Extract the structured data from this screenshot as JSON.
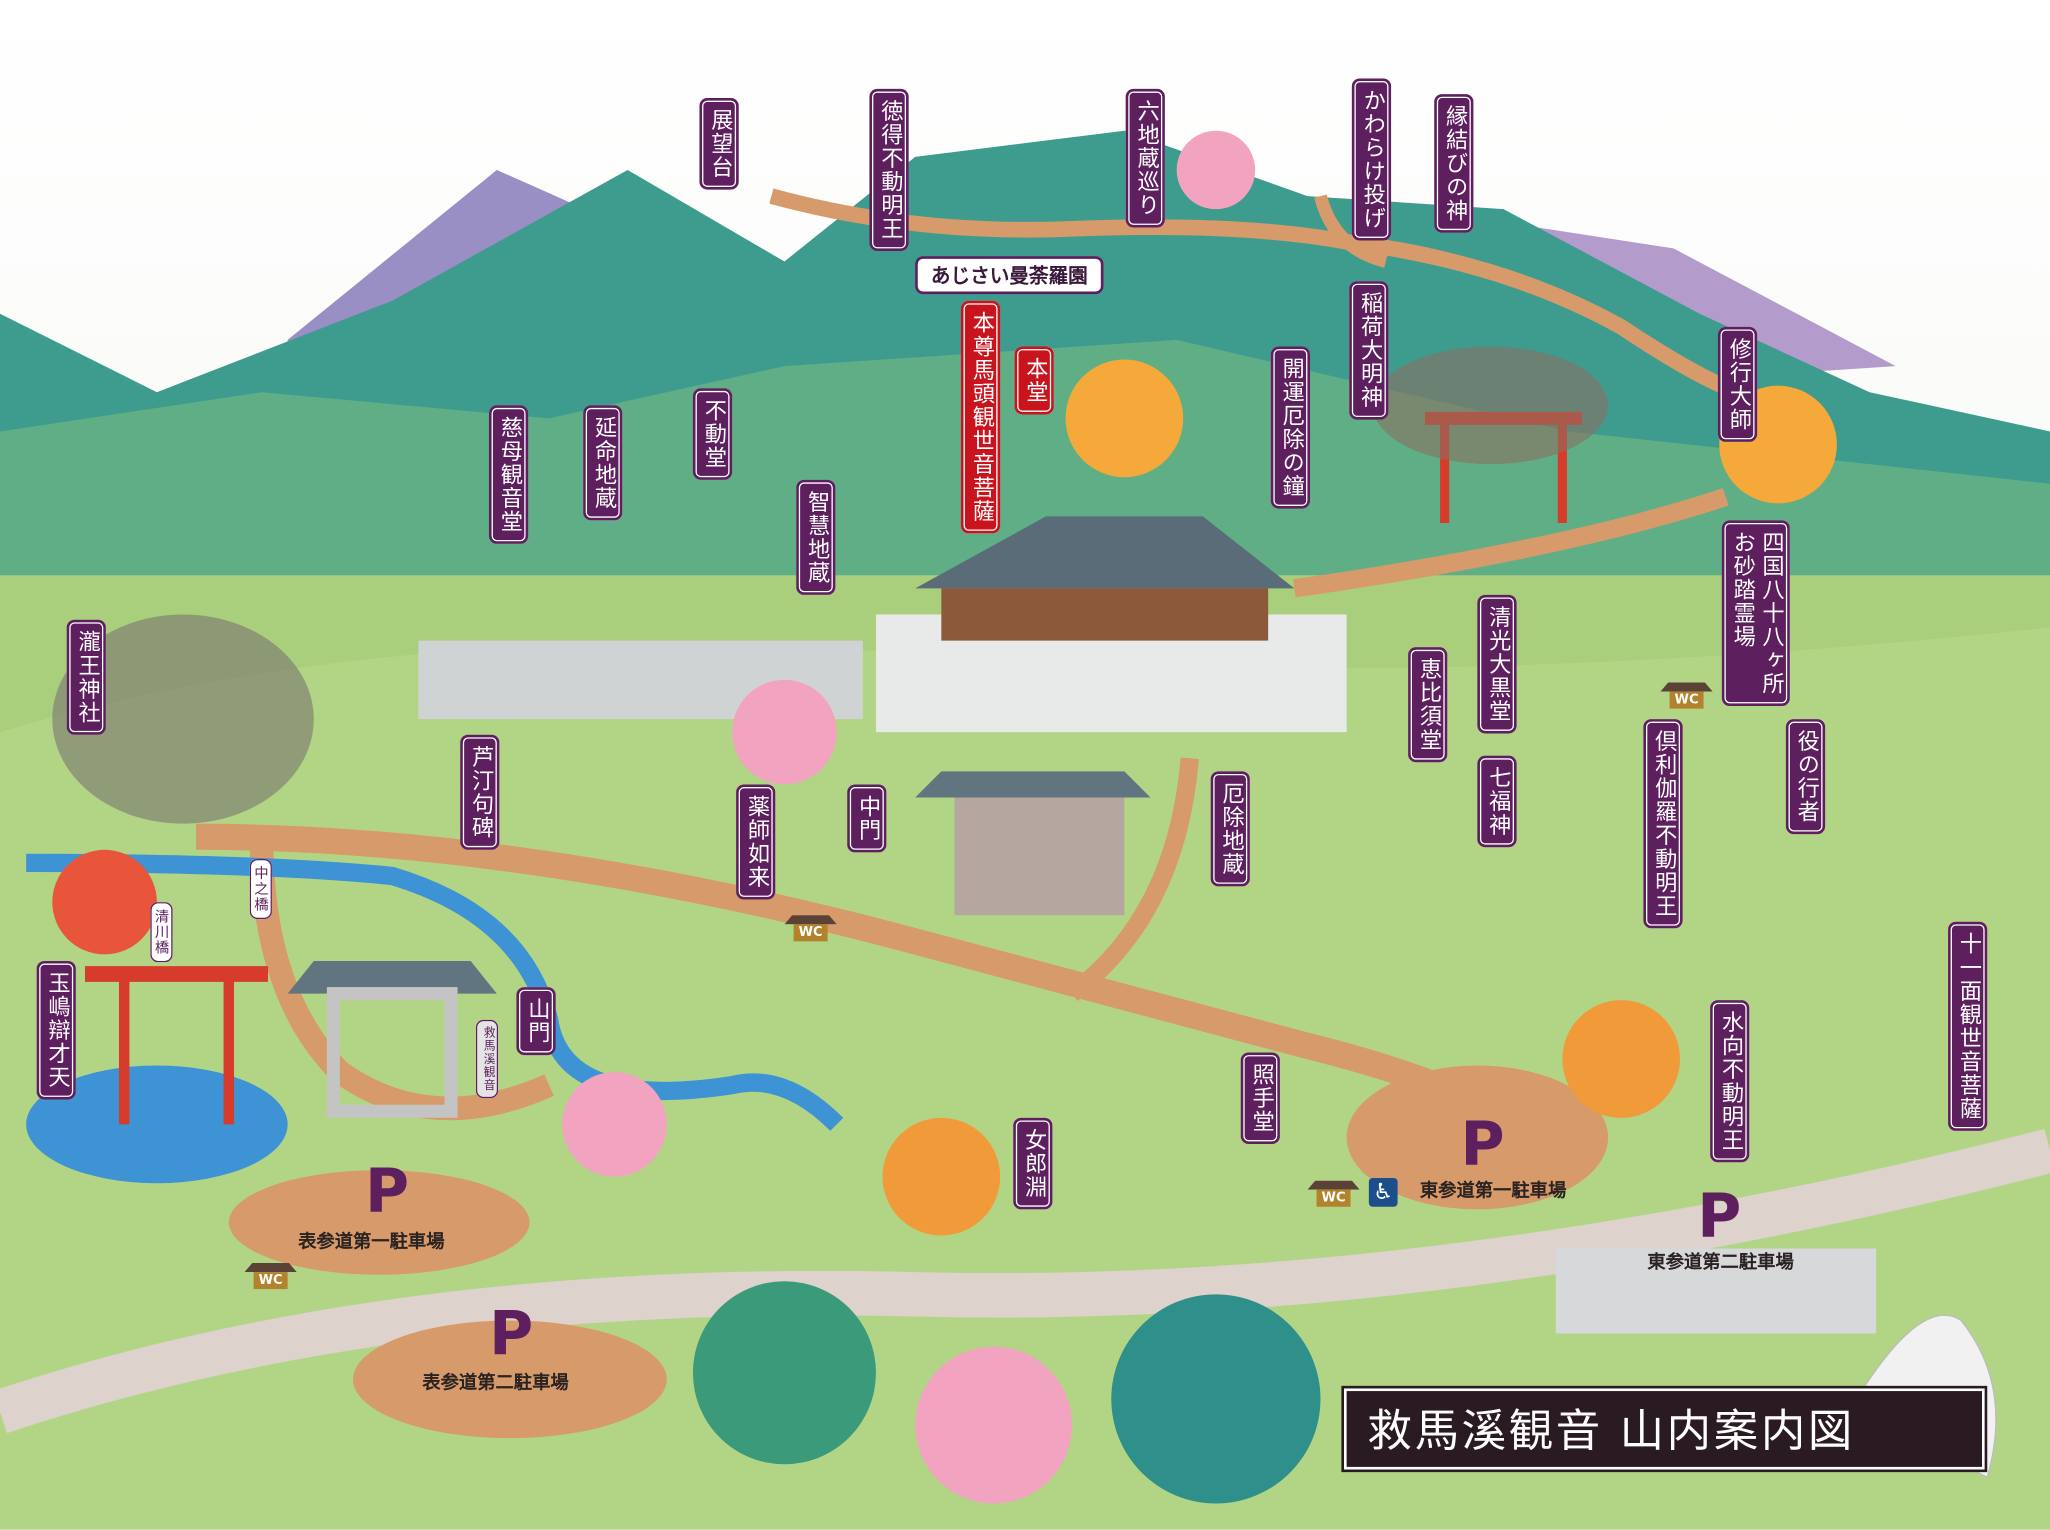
{
  "map_title": "救馬溪観音 山内案内図",
  "colors": {
    "label_bg": "#5e1f5f",
    "main_hall_label_bg": "#c8141c",
    "parking": "#5e1f5f",
    "path": "#d79a6a",
    "river": "#3d93d4",
    "grass": "#a9cf7c"
  },
  "labels": [
    {
      "text": "展望台"
    },
    {
      "text": "徳得不動明王"
    },
    {
      "text": "六地蔵巡り"
    },
    {
      "text": "かわらけ投げ"
    },
    {
      "text": "縁結びの神"
    },
    {
      "text": "本尊馬頭観世音菩薩"
    },
    {
      "text": "本堂"
    },
    {
      "text": "開運厄除の鐘"
    },
    {
      "text": "稲荷大明神"
    },
    {
      "text": "修行大師"
    },
    {
      "text": "慈母観音堂"
    },
    {
      "text": "延命地蔵"
    },
    {
      "text": "不動堂"
    },
    {
      "text": "智慧地蔵"
    },
    {
      "text": "四国八十八ヶ所\nお砂踏霊場"
    },
    {
      "text": "清光大黒堂"
    },
    {
      "text": "恵比須堂"
    },
    {
      "text": "七福神"
    },
    {
      "text": "瀧王神社"
    },
    {
      "text": "芦汀句碑"
    },
    {
      "text": "薬師如来"
    },
    {
      "text": "中門"
    },
    {
      "text": "厄除地蔵"
    },
    {
      "text": "倶利伽羅不動明王"
    },
    {
      "text": "役の行者"
    },
    {
      "text": "十一面観世音菩薩"
    },
    {
      "text": "水向不動明王"
    },
    {
      "text": "玉嶋辯才天"
    },
    {
      "text": "山門"
    },
    {
      "text": "照手堂"
    },
    {
      "text": "女郎淵"
    },
    {
      "text": "中之橋"
    },
    {
      "text": "清川橋"
    }
  ],
  "garden_label": "あじさい曼荼羅園",
  "gate_stone_text": "救馬溪観音",
  "parking": [
    {
      "mark": "P",
      "name": "表参道第一駐車場"
    },
    {
      "mark": "P",
      "name": "表参道第二駐車場"
    },
    {
      "mark": "P",
      "name": "東参道第一駐車場"
    },
    {
      "mark": "P",
      "name": "東参道第二駐車場"
    }
  ],
  "restroom_label": "WC",
  "accessible_icon": "wheelchair-icon"
}
